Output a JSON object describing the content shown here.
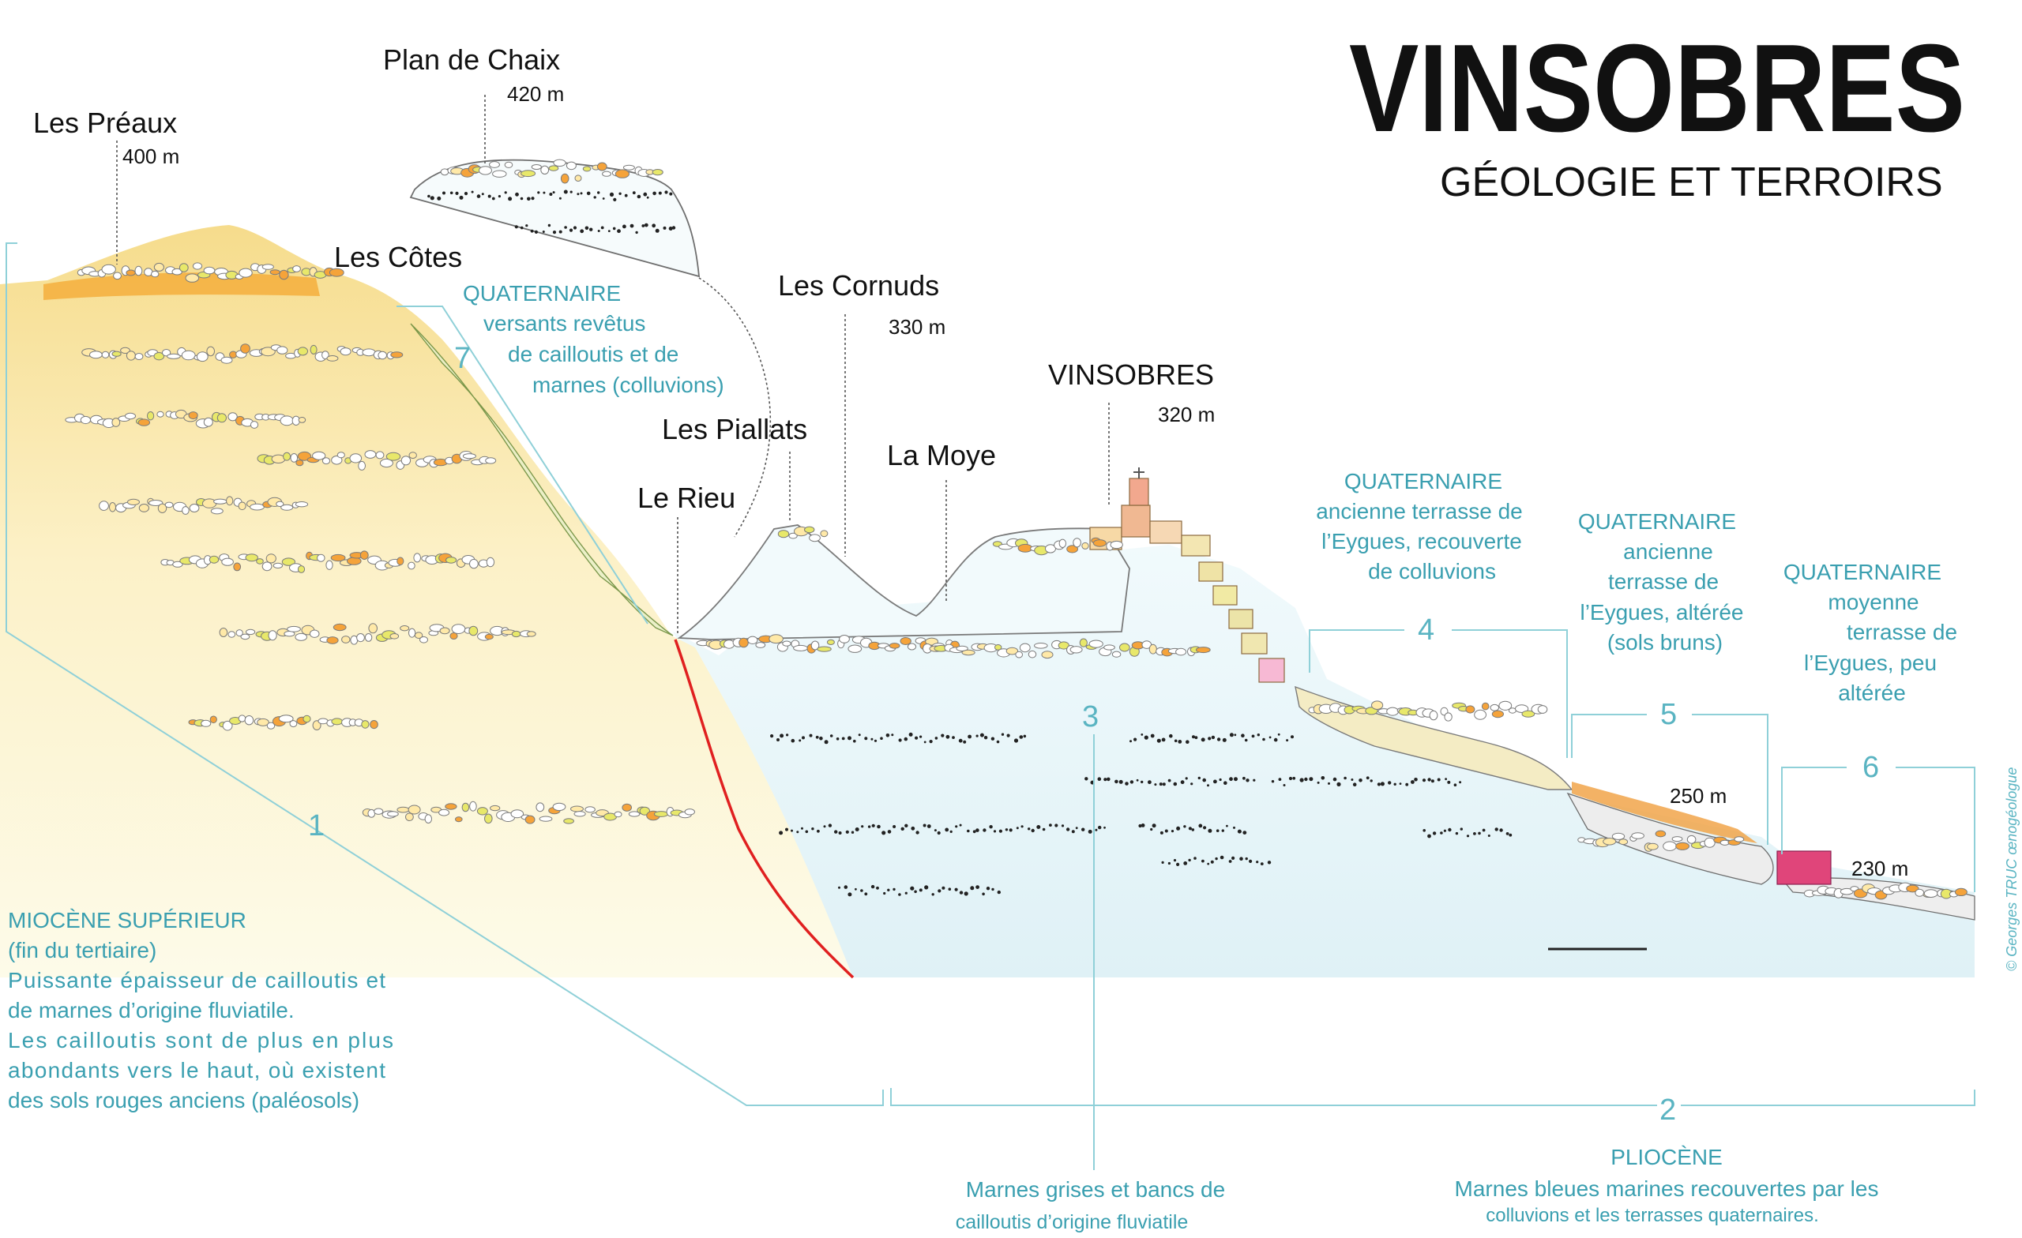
{
  "title": "VINSOBRES",
  "subtitle": "GÉOLOGIE ET TERROIRS",
  "credit": "© Georges TRUC œnogéologue",
  "places": {
    "les_preaux": {
      "name": "Les Préaux",
      "alt": "400 m"
    },
    "plan_de_chaix": {
      "name": "Plan de Chaix",
      "alt": "420 m"
    },
    "les_cotes": {
      "name": "Les Côtes"
    },
    "les_cornuds": {
      "name": "Les Cornuds",
      "alt": "330 m"
    },
    "les_piallats": {
      "name": "Les Piallats"
    },
    "la_moye": {
      "name": "La Moye"
    },
    "le_rieu": {
      "name": "Le Rieu"
    },
    "vinsobres": {
      "name": "VINSOBRES",
      "alt": "320 m"
    },
    "alt_250": "250 m",
    "alt_230": "230 m"
  },
  "units": {
    "u1": {
      "number": "1",
      "heading": "MIOCÈNE SUPÉRIEUR",
      "lines": [
        "(fin du tertiaire)",
        "Puissante épaisseur de cailloutis et",
        "de marnes d’origine fluviatile.",
        "Les cailloutis sont de plus en plus",
        "abondants vers le haut, où existent",
        "des sols rouges anciens (paléosols)"
      ]
    },
    "u2": {
      "number": "2",
      "heading": "PLIOCÈNE",
      "lines": [
        "Marnes bleues marines recouvertes par les",
        "colluvions et les terrasses quaternaires."
      ]
    },
    "u3": {
      "number": "3",
      "lines": [
        "Marnes grises et bancs de",
        "cailloutis d’origine fluviatile"
      ]
    },
    "u4": {
      "number": "4",
      "heading": "QUATERNAIRE",
      "lines": [
        "ancienne terrasse de",
        "l’Eygues, recouverte",
        "de colluvions"
      ]
    },
    "u5": {
      "number": "5",
      "heading": "QUATERNAIRE",
      "lines": [
        "ancienne",
        "terrasse de",
        "l’Eygues, altérée",
        "(sols bruns)"
      ]
    },
    "u6": {
      "number": "6",
      "heading": "QUATERNAIRE",
      "lines": [
        "moyenne",
        "terrasse de",
        "l’Eygues, peu",
        "altérée"
      ]
    },
    "u7": {
      "number": "7",
      "heading": "QUATERNAIRE",
      "lines": [
        "versants revêtus",
        "de cailloutis et de",
        "marnes (colluvions)"
      ]
    }
  },
  "colors": {
    "accent_text": "#3a9fb0",
    "fault_line": "#e02020",
    "paleosol": "#f0a030",
    "terrace_6": "#e0457a",
    "marl_blue": "#e7f6f9",
    "miocene_yellow": "#fbeec0"
  }
}
